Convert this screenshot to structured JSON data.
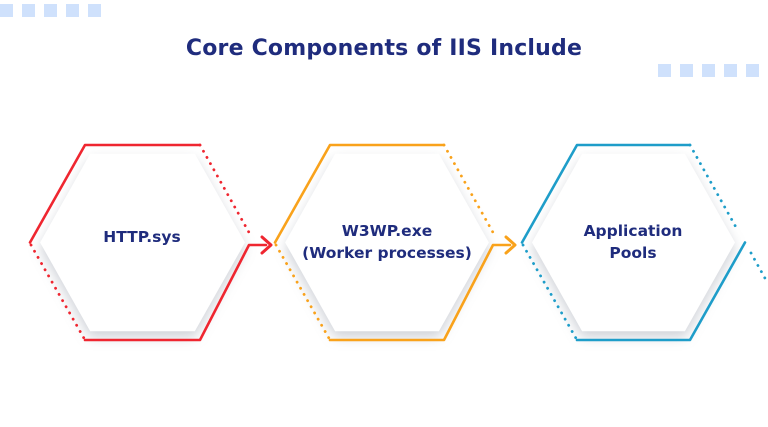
{
  "title": "Core Components of IIS Include",
  "colors": {
    "red": "#ef2630",
    "orange": "#f9a21b",
    "teal": "#1e9dc9",
    "navy_text": "#1f2c7d",
    "light_blue_square": "#cfe1fc",
    "background": "#ffffff"
  },
  "components": [
    {
      "line1": "HTTP.sys",
      "outline_color": "#ef2630"
    },
    {
      "line1": "W3WP.exe",
      "line2": "(Worker processes)",
      "outline_color": "#f9a21b"
    },
    {
      "line1": "Application",
      "line2": "Pools",
      "outline_color": "#1e9dc9"
    }
  ],
  "decor": {
    "top_left_square_count": 5,
    "top_right_square_count": 5
  }
}
